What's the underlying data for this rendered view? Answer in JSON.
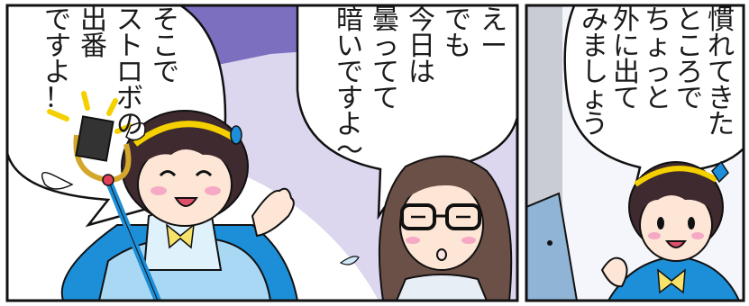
{
  "panels": [
    {
      "id": "left",
      "balloons": [
        {
          "id": "strobe",
          "lines": [
            "そこで",
            "ストロボの",
            "出番",
            "ですよ！"
          ]
        },
        {
          "id": "cloudy",
          "lines": [
            "えー",
            "でも",
            "今日は",
            "曇ってて",
            "暗いですよ〜"
          ]
        }
      ]
    },
    {
      "id": "right",
      "balloons": [
        {
          "id": "outside",
          "lines": [
            "慣れてきた",
            "ところで",
            "ちょっと",
            "外に出て",
            "みましょう"
          ]
        }
      ]
    }
  ],
  "colors": {
    "panel_border": "#111111",
    "left_background": "#7d6fbf",
    "right_background": "#f4f6fb",
    "balloon_fill": "#ffffff",
    "costume_blue": "#1d8fd8",
    "skirt_light": "#a9d8f5",
    "skin": "#fde6d6",
    "hair": "#3e2a2f"
  }
}
